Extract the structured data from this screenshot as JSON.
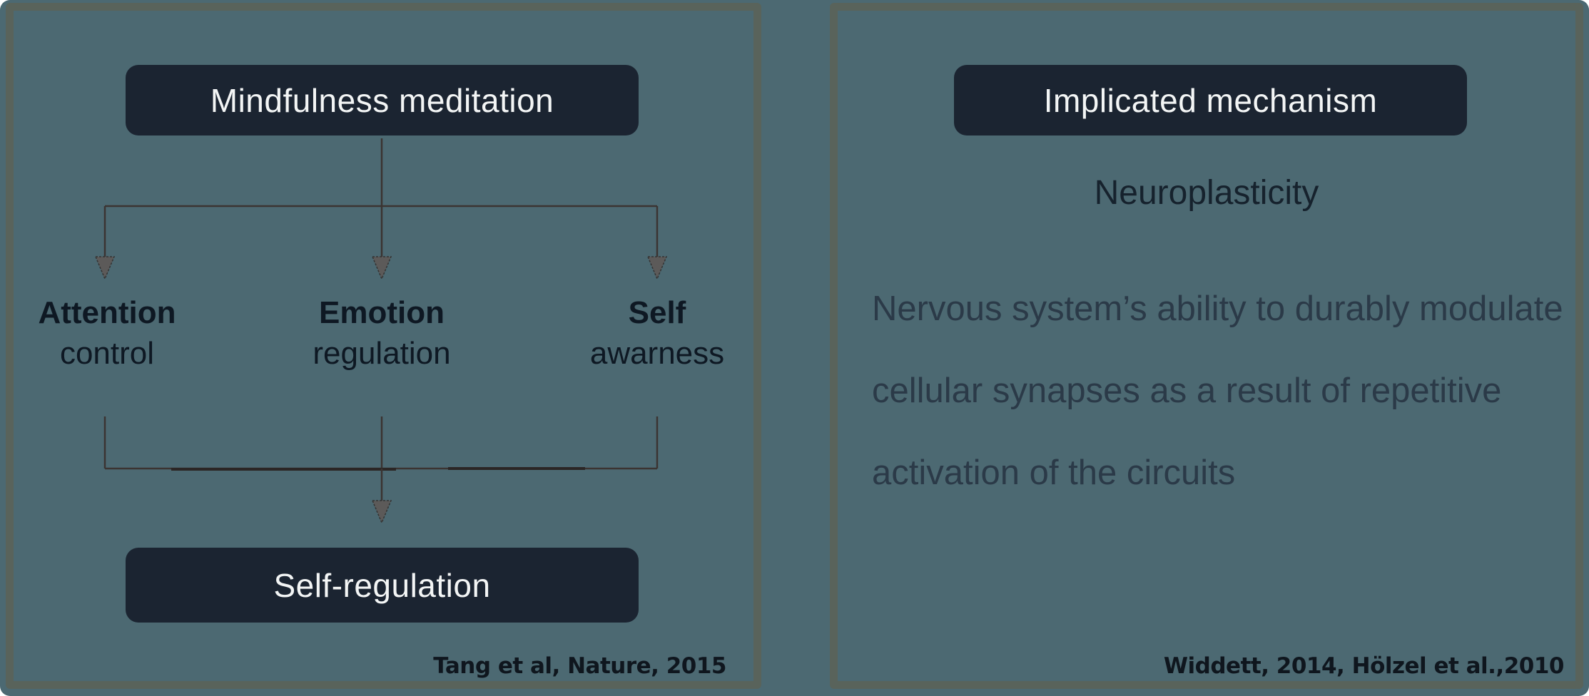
{
  "slide": {
    "background_color": "#4C6972",
    "panel_border_color": "#59635B",
    "box_background_color": "#1B2431",
    "box_text_color": "#F3F5F5",
    "connector_color": "#3B3432",
    "arrowhead_color": "#5C5A59"
  },
  "left_panel": {
    "top_box": "Mindfulness meditation",
    "nodes": [
      {
        "line1": "Attention",
        "line2": "control"
      },
      {
        "line1": "Emotion",
        "line2": "regulation"
      },
      {
        "line1": "Self",
        "line2": "awarness"
      }
    ],
    "bottom_box": "Self-regulation",
    "citation": "Tang et al, Nature, 2015"
  },
  "right_panel": {
    "header_box": "Implicated mechanism",
    "subtitle": "Neuroplasticity",
    "body_lines": [
      "Nervous system’s ability to durably modulate",
      "cellular synapses as a result of repetitive",
      "activation of the circuits"
    ],
    "citation": "Widdett, 2014, Hölzel et al.,2010"
  }
}
